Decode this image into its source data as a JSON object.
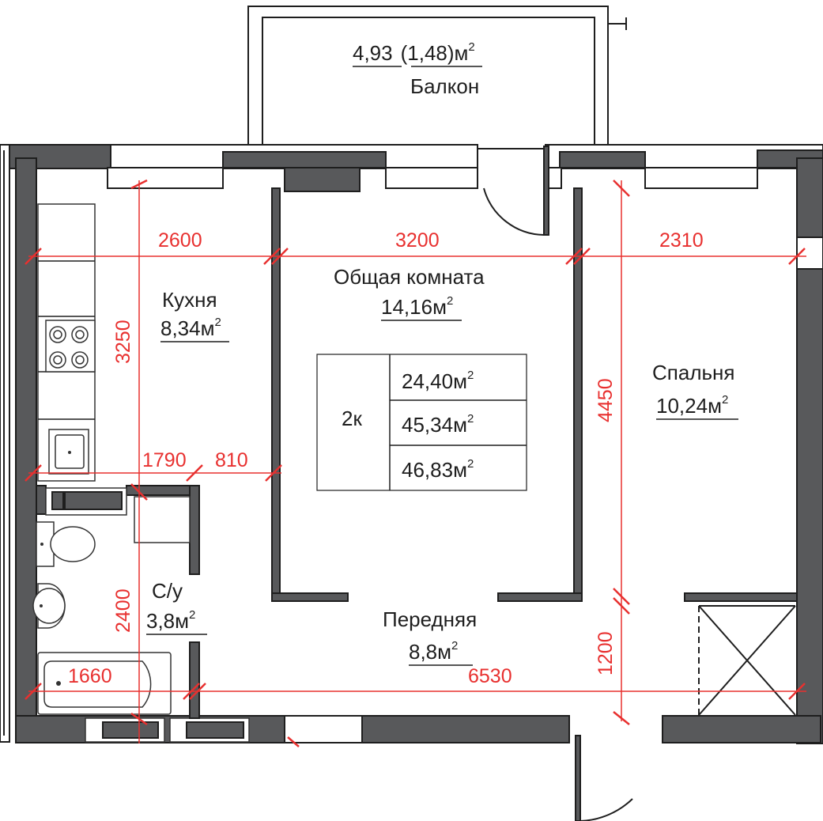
{
  "balcony": {
    "area": "4,93",
    "area_reduced": "(1,48)м",
    "sup": "2",
    "name": "Балкон"
  },
  "kitchen": {
    "name": "Кухня",
    "area": "8,34м",
    "sup": "2"
  },
  "living": {
    "name": "Общая комната",
    "area": "14,16м",
    "sup": "2"
  },
  "bedroom": {
    "name": "Спальня",
    "area": "10,24м",
    "sup": "2"
  },
  "bathroom": {
    "name": "С/у",
    "area": "3,8м",
    "sup": "2"
  },
  "hall": {
    "name": "Передняя",
    "area": "8,8м",
    "sup": "2"
  },
  "summary": {
    "rooms": "2к",
    "living_area": "24,40м",
    "total_area": "45,34м",
    "total_with_balcony": "46,83м",
    "sup": "2"
  },
  "dimensions": {
    "kitchen_width": "2600",
    "living_width": "3200",
    "bedroom_width": "2310",
    "kitchen_depth": "3250",
    "bedroom_depth": "4450",
    "hall_left": "1790",
    "hall_right": "810",
    "bath_depth": "2400",
    "bath_width": "1660",
    "total_width": "6530",
    "hall_depth": "1200"
  },
  "colors": {
    "wall": "#58595b",
    "dimension": "#e8302f",
    "text": "#1e1e1e"
  }
}
